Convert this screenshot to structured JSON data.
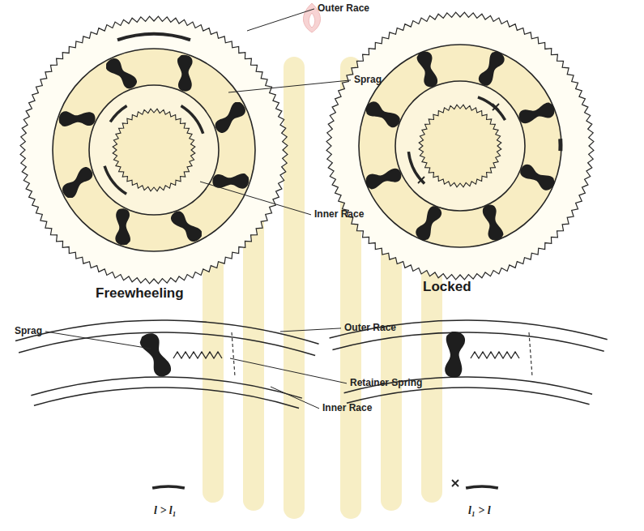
{
  "diagram": {
    "labels": [
      "Outer Race",
      "Sprag",
      "Inner Race",
      "Freewheeling",
      "Locked",
      "Sprag",
      "Outer Race",
      "Retainer Spring",
      "Inner Race",
      "l > l₁",
      "l₁ > l"
    ]
  }
}
